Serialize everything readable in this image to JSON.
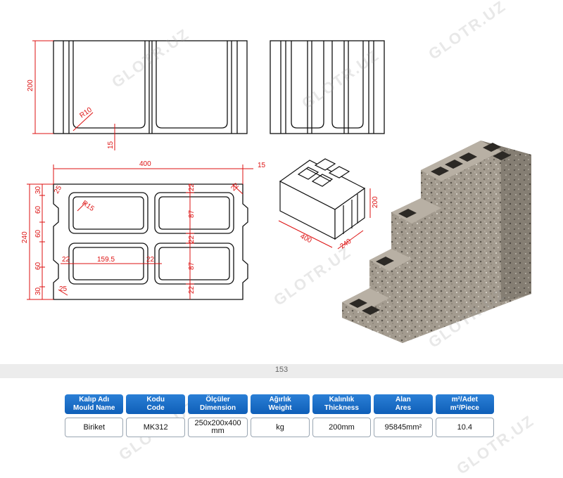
{
  "drawing": {
    "dim_200": "200",
    "dim_r10": "R10",
    "dim_15": "15",
    "dim_400": "400",
    "dim_15_top": "15",
    "dim_240": "240",
    "dim_30a": "30",
    "dim_60a": "60",
    "dim_60b": "60",
    "dim_60c": "60",
    "dim_30b": "30",
    "dim_25a": "25",
    "dim_r15": "R15",
    "dim_22a": "22",
    "dim_22b": "22",
    "dim_87a": "87",
    "dim_22c": "22",
    "dim_87b": "87",
    "dim_22d": "22",
    "dim_22e": "22",
    "dim_159": "159.5",
    "dim_22f": "22",
    "dim_25b": "25",
    "dim_iso_400": "400",
    "dim_iso_240": "240",
    "dim_iso_200": "200"
  },
  "page_number": "153",
  "table": {
    "headers": [
      {
        "tr": "Kalıp Adı",
        "en": "Mould Name"
      },
      {
        "tr": "Kodu",
        "en": "Code"
      },
      {
        "tr": "Ölçüler",
        "en": "Dimension"
      },
      {
        "tr": "Ağırlık",
        "en": "Weight"
      },
      {
        "tr": "Kalınlık",
        "en": "Thickness"
      },
      {
        "tr": "Alan",
        "en": "Ares"
      },
      {
        "tr": "m²/Adet",
        "en": "m²/Piece"
      }
    ],
    "values": [
      "Biriket",
      "MK312",
      "250x200x400 mm",
      "kg",
      "200mm",
      "95845mm²",
      "10.4"
    ]
  },
  "watermark": "GLOTR.UZ"
}
